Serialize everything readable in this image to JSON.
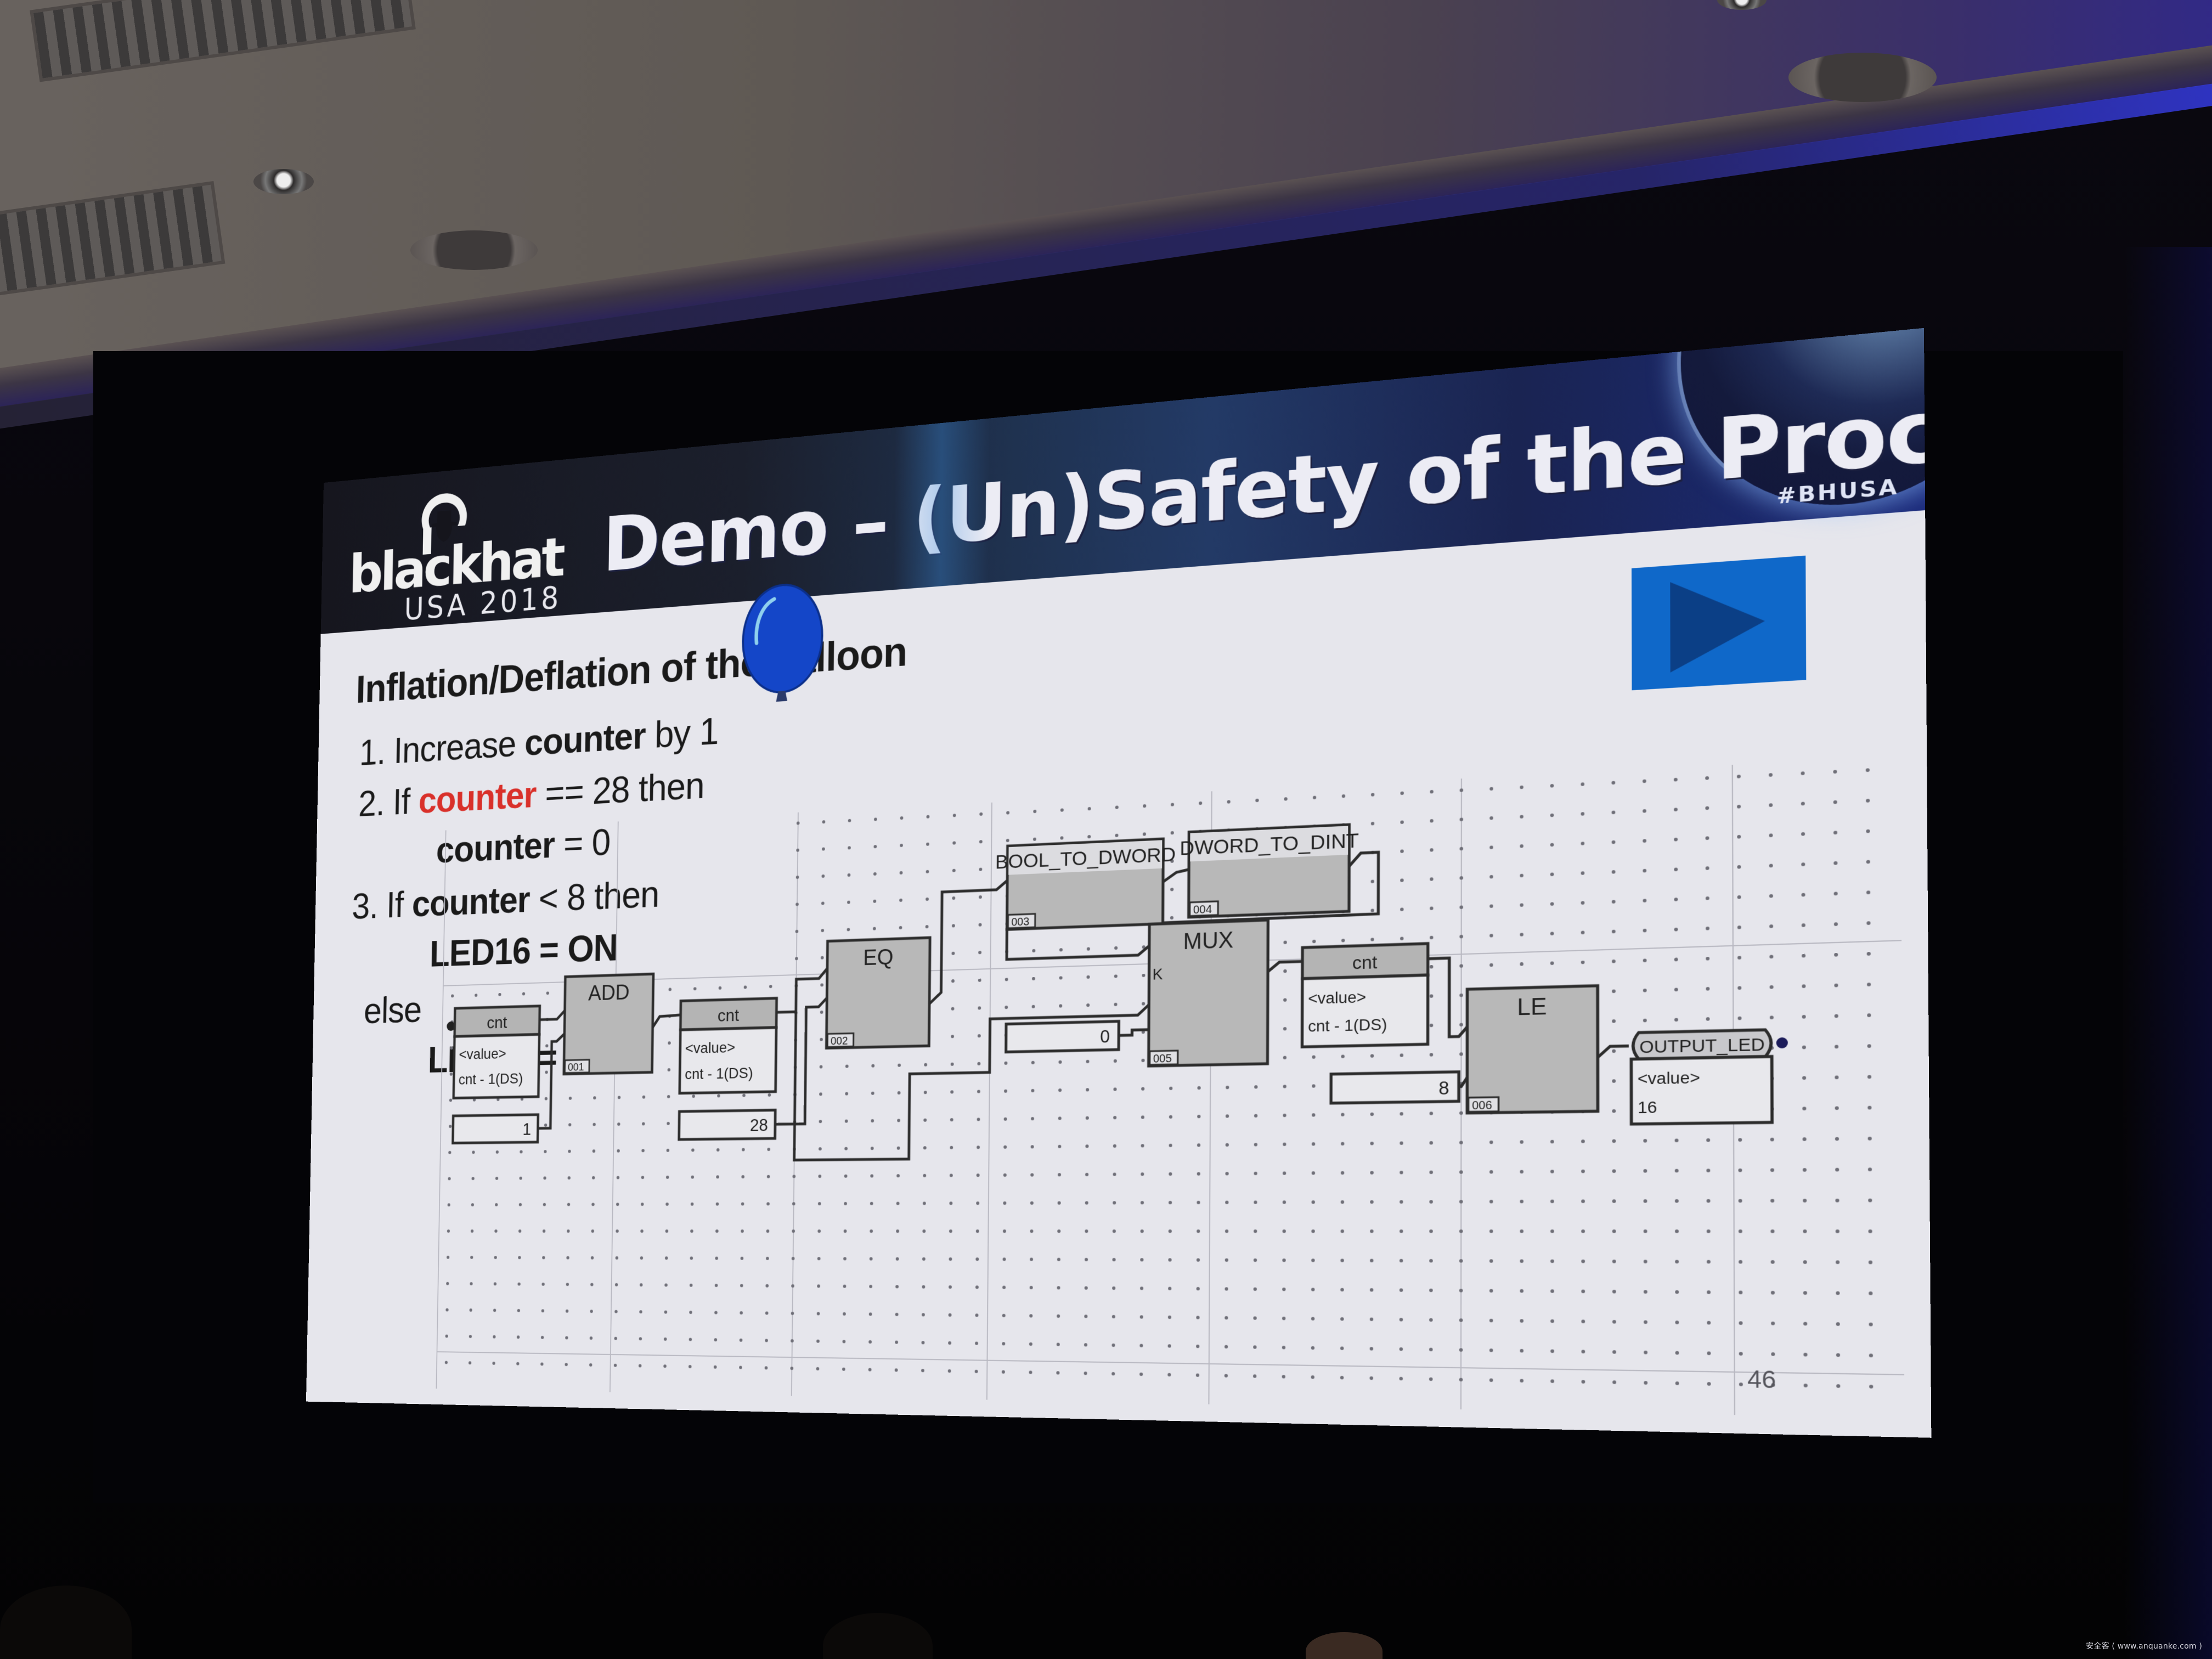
{
  "photo": {
    "watermark": "安全客 ( www.anquanke.com )"
  },
  "slide": {
    "logo": {
      "wordmark": "blackhat",
      "subline": "USA 2018"
    },
    "title": "Demo – (Un)Safety of the Process",
    "hashtag": "#BHUSA",
    "subtitle": "Inflation/Deflation of the balloon",
    "steps": [
      {
        "parts": [
          {
            "t": "1. Increase ",
            "s": "n"
          },
          {
            "t": "counter",
            "s": "b"
          },
          {
            "t": " by 1",
            "s": "n"
          }
        ]
      },
      {
        "parts": [
          {
            "t": "2. If ",
            "s": "n"
          },
          {
            "t": "counter",
            "s": "r"
          },
          {
            "t": " == 28 then",
            "s": "n"
          }
        ]
      },
      {
        "parts": [
          {
            "t": "counter",
            "s": "b"
          },
          {
            "t": " = 0",
            "s": "n"
          }
        ]
      },
      {
        "parts": [
          {
            "t": "3. If ",
            "s": "n"
          },
          {
            "t": "counter",
            "s": "b"
          },
          {
            "t": " < 8 then",
            "s": "n"
          }
        ]
      },
      {
        "parts": [
          {
            "t": "LED16 = ON",
            "s": "b"
          }
        ]
      },
      {
        "parts": [
          {
            "t": "else",
            "s": "n"
          }
        ]
      },
      {
        "parts": [
          {
            "t": "LED16 = OFF",
            "s": "b"
          }
        ]
      }
    ],
    "balloon_icon": "balloon-icon",
    "play_icon": "play-icon",
    "page_number": "46",
    "colors": {
      "header_bg": "#1b2040",
      "title_text": "#ececf4",
      "highlight_red": "#d9302a",
      "balloon_blue": "#1446c8",
      "play_button_bg": "#0f68c9",
      "play_triangle": "#0b3f86",
      "fbd_block_fill": "#b8b8b8"
    }
  },
  "fbd": {
    "variables": [
      {
        "id": "cnt_in",
        "name": "cnt",
        "value_label": "<value>",
        "value": "cnt - 1(DS)"
      },
      {
        "id": "cnt_add",
        "name": "cnt",
        "value_label": "<value>",
        "value": "cnt - 1(DS)"
      },
      {
        "id": "cnt_mux",
        "name": "cnt",
        "value_label": "<value>",
        "value": "cnt - 1(DS)"
      },
      {
        "id": "out_led",
        "name": "OUTPUT_LED",
        "value_label": "<value>",
        "value": "16"
      }
    ],
    "constants": [
      {
        "id": "c1",
        "value": "1"
      },
      {
        "id": "c28",
        "value": "28"
      },
      {
        "id": "c0",
        "value": "0"
      },
      {
        "id": "c8",
        "value": "8"
      }
    ],
    "blocks": [
      {
        "id": "add",
        "type": "ADD",
        "index": "001"
      },
      {
        "id": "eq",
        "type": "EQ",
        "index": "002"
      },
      {
        "id": "b2d",
        "type": "BOOL_TO_DWORD",
        "index": "003"
      },
      {
        "id": "d2i",
        "type": "DWORD_TO_DINT",
        "index": "004"
      },
      {
        "id": "mux",
        "type": "MUX",
        "index": "005",
        "pin_label": "K"
      },
      {
        "id": "le",
        "type": "LE",
        "index": "006"
      }
    ],
    "connections": [
      [
        "cnt_in",
        "add.in1"
      ],
      [
        "c1",
        "add.in2"
      ],
      [
        "add.out",
        "cnt_add"
      ],
      [
        "cnt_add",
        "eq.in1"
      ],
      [
        "c28",
        "eq.in2"
      ],
      [
        "eq.out",
        "b2d.in"
      ],
      [
        "b2d.out",
        "d2i.in"
      ],
      [
        "d2i.out",
        "mux.K"
      ],
      [
        "c0",
        "mux.in0"
      ],
      [
        "cnt_add",
        "mux.in1"
      ],
      [
        "mux.out",
        "cnt_mux"
      ],
      [
        "cnt_mux",
        "le.in1"
      ],
      [
        "c8",
        "le.in2"
      ],
      [
        "le.out",
        "out_led"
      ]
    ]
  }
}
